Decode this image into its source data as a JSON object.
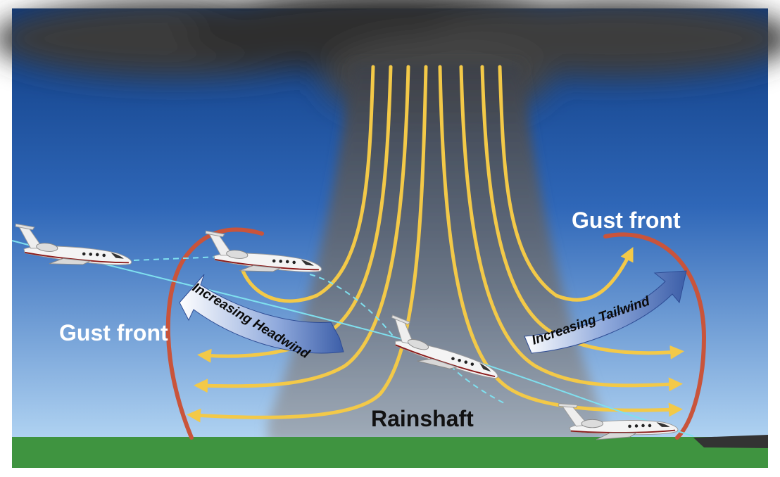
{
  "labels": {
    "gust_front_right": "Gust front",
    "gust_front_left": "Gust front",
    "rainshaft": "Rainshaft",
    "headwind": "Increasing Headwind",
    "tailwind": "Increasing Tailwind"
  },
  "icons": {
    "aircraft": "business-jet-icon"
  },
  "colors": {
    "sky_top": "#0f3f85",
    "sky_bottom": "#a9d0f2",
    "cloud": "#3a3a3a",
    "rainshaft": "#6b6f75",
    "ground": "#3f9440",
    "airflow": "#f3c948",
    "gust_front": "#c9543b",
    "flight_path": "#7fe0ef",
    "label": "#ffffff",
    "rainshaft_label": "#111111",
    "wind_arrow": "#4f6fb8"
  }
}
